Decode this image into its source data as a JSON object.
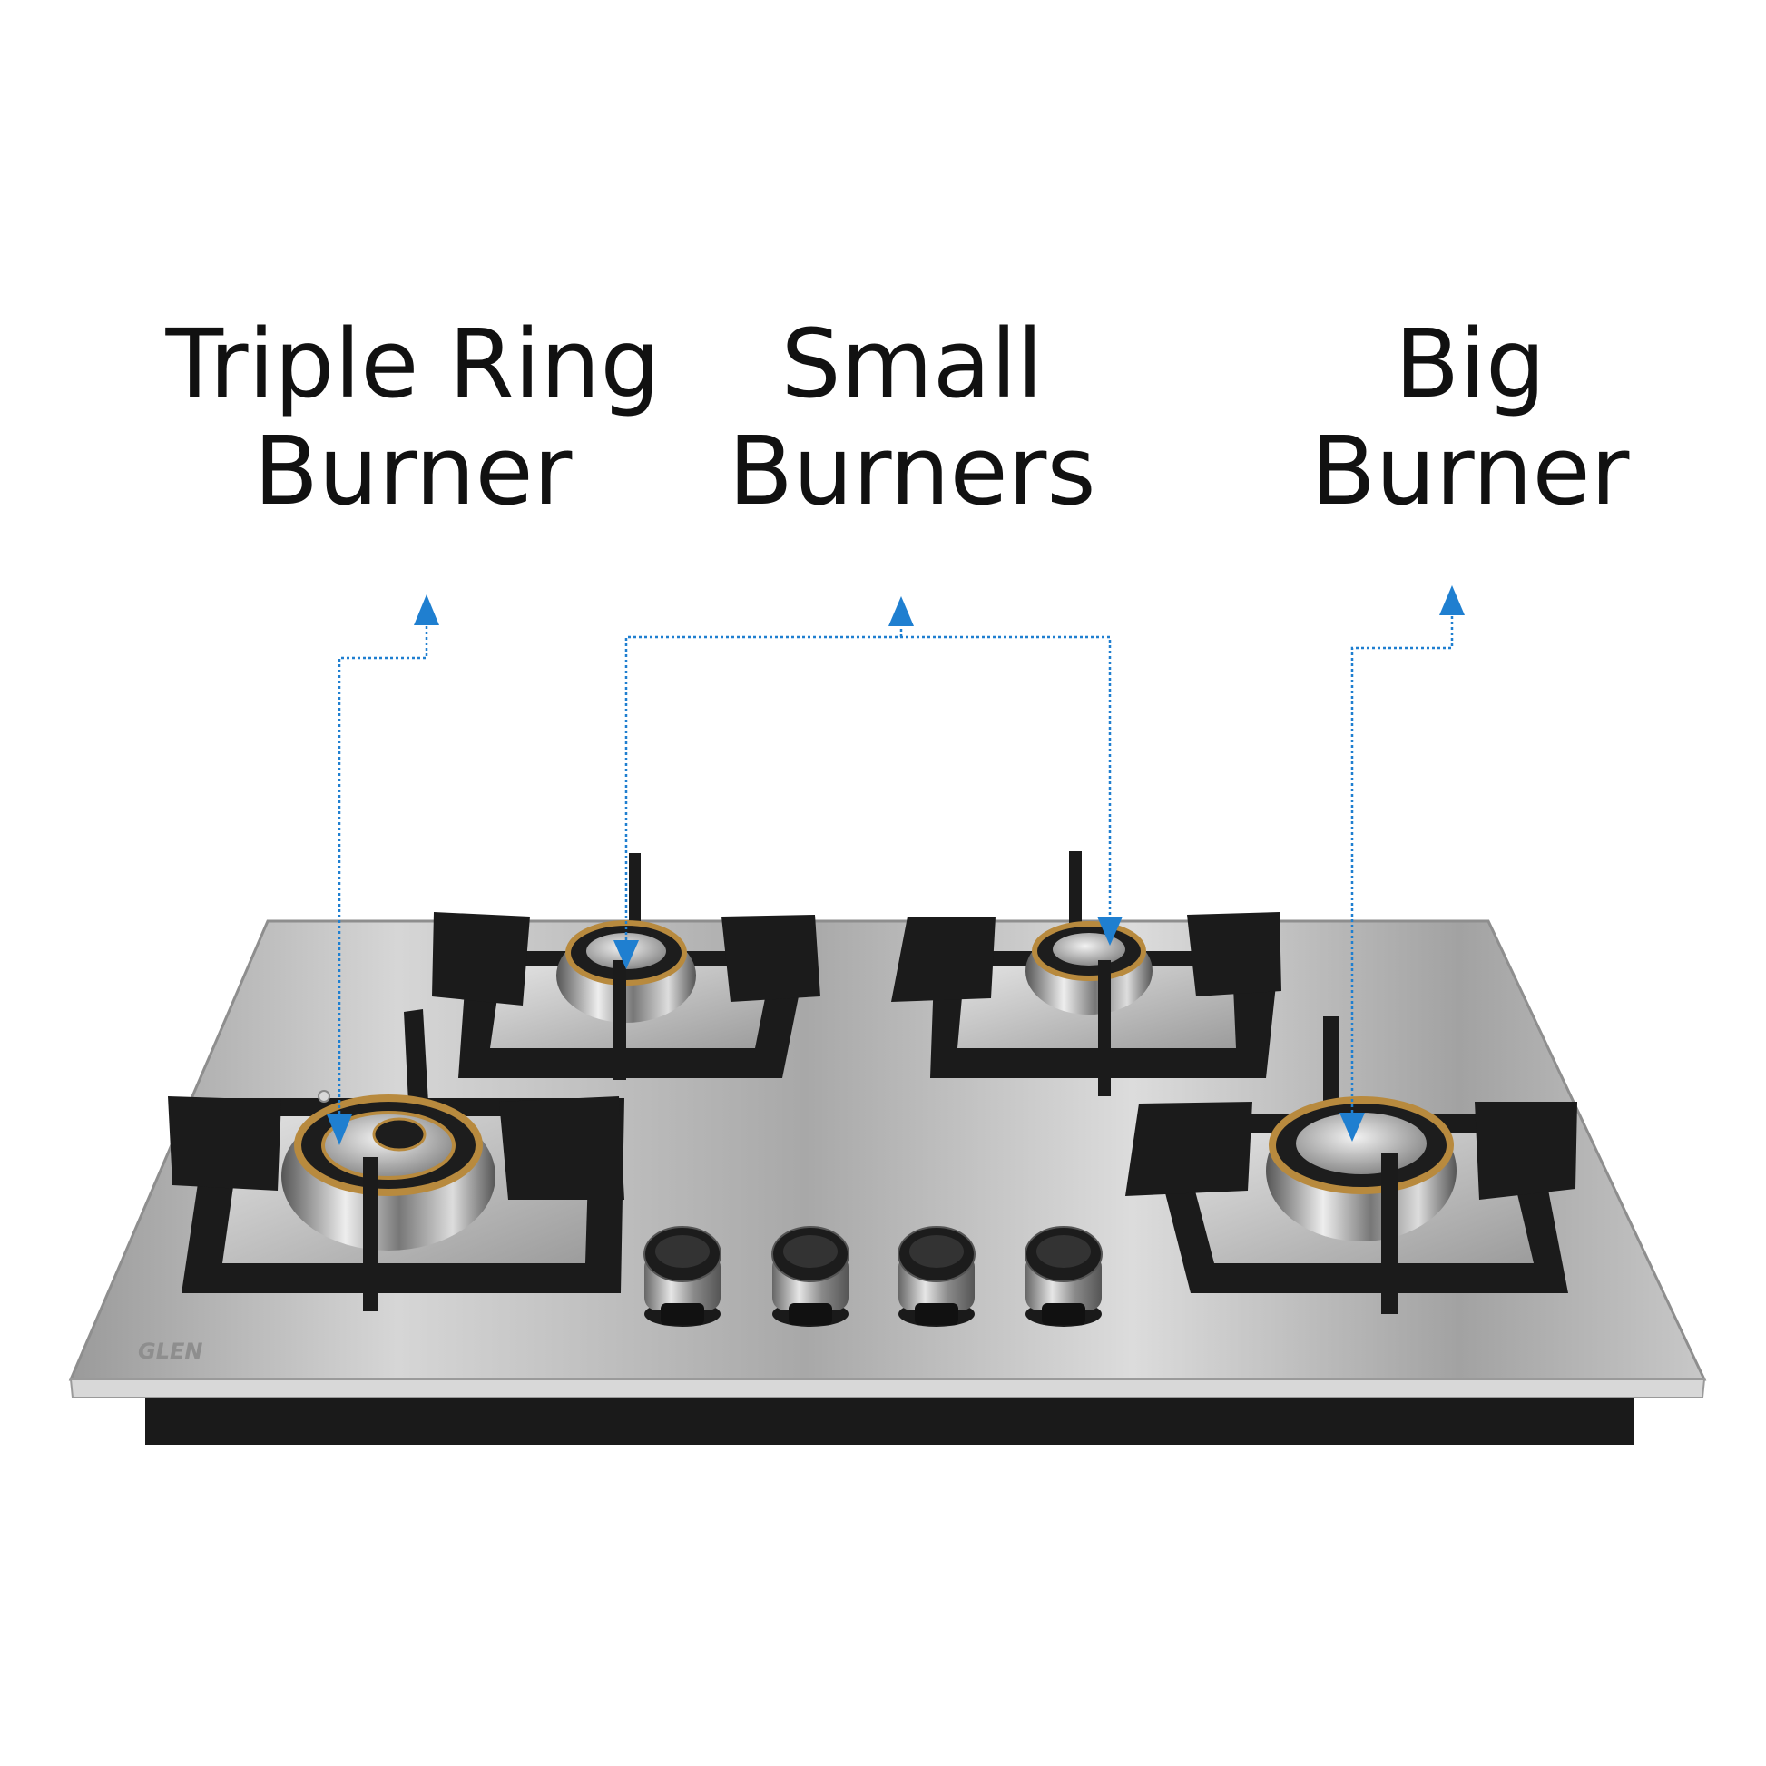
{
  "labels": {
    "triple_ring": {
      "line1": "Triple Ring",
      "line2": "Burner"
    },
    "small": {
      "line1": "Small",
      "line2": "Burners"
    },
    "big": {
      "line1": "Big",
      "line2": "Burner"
    }
  },
  "brand": "GLEN",
  "colors": {
    "arrow": "#1f7fd0",
    "steel": "#bcbcbc",
    "pan_support": "#1b1b1b",
    "burner_brass": "#b88a3e"
  }
}
